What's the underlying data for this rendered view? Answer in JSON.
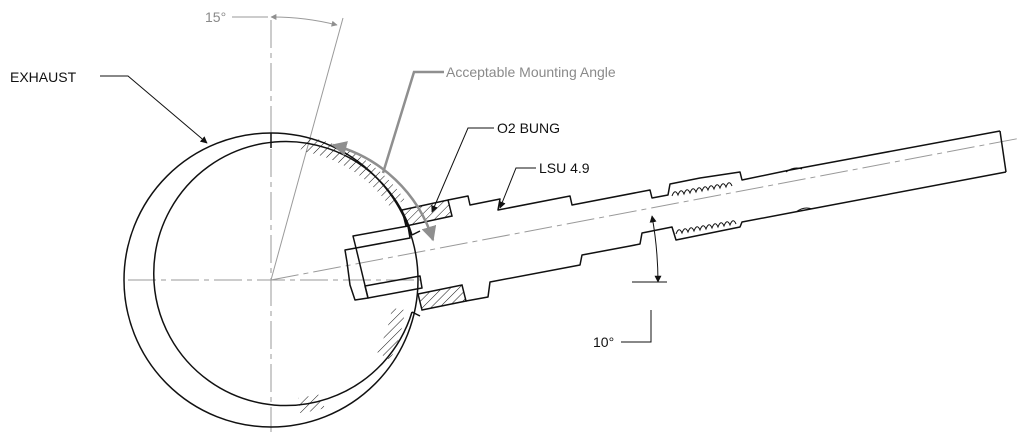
{
  "labels": {
    "exhaust": "EXHAUST",
    "mounting_angle": "Acceptable Mounting Angle",
    "bung": "O2 BUNG",
    "sensor": "LSU 4.9",
    "angle_top": "15°",
    "angle_sensor": "10°"
  },
  "colors": {
    "line": "#111111",
    "annotation": "#8a8a8a",
    "centerline": "#9a9a9a"
  }
}
